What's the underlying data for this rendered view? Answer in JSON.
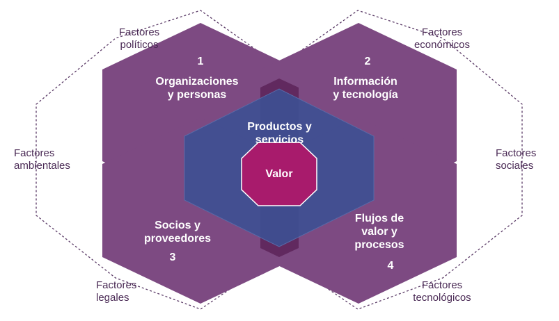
{
  "colors": {
    "purple": "#7d4a82",
    "purple_overlap": "#61295f",
    "blue": "#3e4f93",
    "magenta": "#a81b6c",
    "outline": "#5a3a66",
    "text_dark": "#4a2a55"
  },
  "factors": {
    "politicos": [
      "Factores",
      "políticos"
    ],
    "economicos": [
      "Factores",
      "económicos"
    ],
    "ambientales": [
      "Factores",
      "ambientales"
    ],
    "sociales": [
      "Factores",
      "sociales"
    ],
    "legales": [
      "Factores",
      "legales"
    ],
    "tecnologicos": [
      "Factores",
      "tecnológicos"
    ]
  },
  "dimensions": [
    {
      "number": "1",
      "lines": [
        "Organizaciones",
        "y personas"
      ]
    },
    {
      "number": "2",
      "lines": [
        "Información",
        "y tecnología"
      ]
    },
    {
      "number": "3",
      "lines": [
        "Socios y",
        "proveedores"
      ]
    },
    {
      "number": "4",
      "lines": [
        "Flujos de",
        "valor y",
        "procesos"
      ]
    }
  ],
  "center": {
    "lines": [
      "Productos y",
      "servicios"
    ],
    "core": "Valor"
  }
}
